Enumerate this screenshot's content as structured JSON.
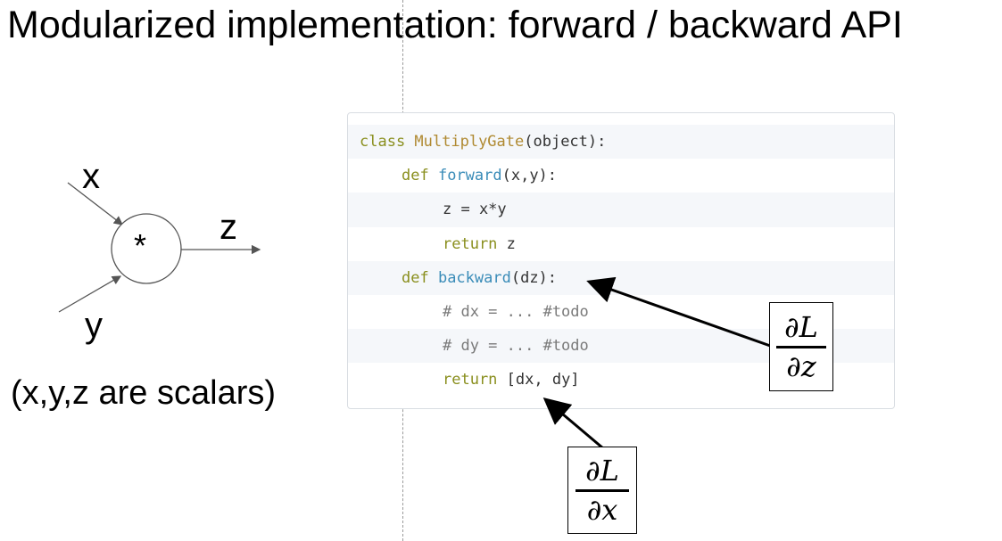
{
  "title": "Modularized implementation: forward / backward API",
  "graph": {
    "input_x": "x",
    "input_y": "y",
    "output_z": "z",
    "operator": "*",
    "note": "(x,y,z are scalars)"
  },
  "code": {
    "lines": [
      {
        "kw": "class ",
        "name": "MultiplyGate",
        "rest": "(object):"
      },
      {
        "kw": "def ",
        "name": "forward",
        "rest": "(x,y):"
      },
      {
        "text": "z = x*y"
      },
      {
        "kw": "return ",
        "rest": "z"
      },
      {
        "kw": "def ",
        "name": "backward",
        "rest": "(dz):"
      },
      {
        "comment": "# dx = ... #todo"
      },
      {
        "comment": "# dy = ... #todo"
      },
      {
        "kw": "return ",
        "rest": "[dx, dy]"
      }
    ]
  },
  "annotations": {
    "dL_dz": {
      "numerator": "∂L",
      "denominator": "∂z"
    },
    "dL_dx": {
      "numerator": "∂L",
      "denominator": "∂x"
    }
  }
}
